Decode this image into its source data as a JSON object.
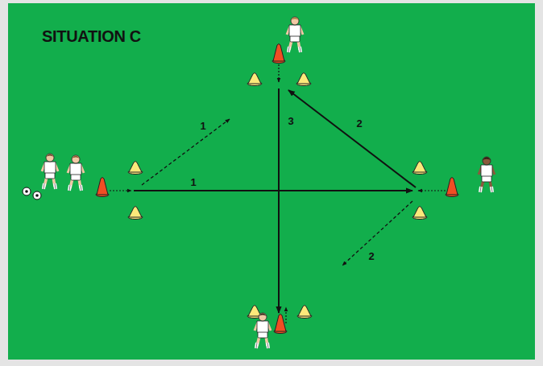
{
  "diagram": {
    "title": "SITUATION C",
    "labels": [
      "1",
      "1",
      "3",
      "2",
      "2"
    ]
  }
}
